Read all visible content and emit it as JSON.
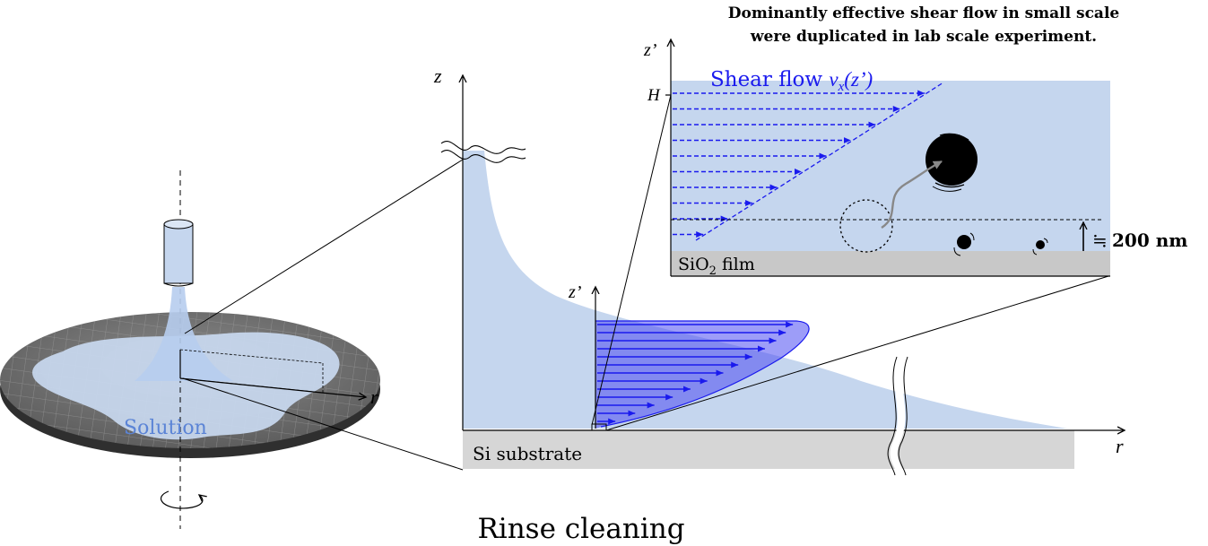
{
  "headline": {
    "line1": "Dominantly effective shear flow in small scale",
    "line2": "were duplicated in lab scale experiment."
  },
  "caption": "Rinse cleaning",
  "wafer": {
    "solution_label": "Solution",
    "axis_r": "r"
  },
  "profile": {
    "axis_z": "z",
    "axis_zprime": "z’",
    "axis_r": "r",
    "substrate_label": "Si substrate"
  },
  "inset": {
    "axis_zprime": "z’",
    "height_label": "H",
    "shear_label_prefix": "Shear flow ",
    "shear_label_v": "v",
    "shear_label_sub": "x",
    "shear_label_arg": "(z’)",
    "film_label_main": "SiO",
    "film_label_sub": "2",
    "film_label_tail": " film",
    "scale_approx": "≒",
    "scale_value": "200 nm"
  },
  "colors": {
    "fluid": "#c5d6ee",
    "flow_arrow": "#1a1aee",
    "flow_fill": "#4d4df2",
    "substrate": "#d6d6d6",
    "film": "#c8c8c8"
  }
}
